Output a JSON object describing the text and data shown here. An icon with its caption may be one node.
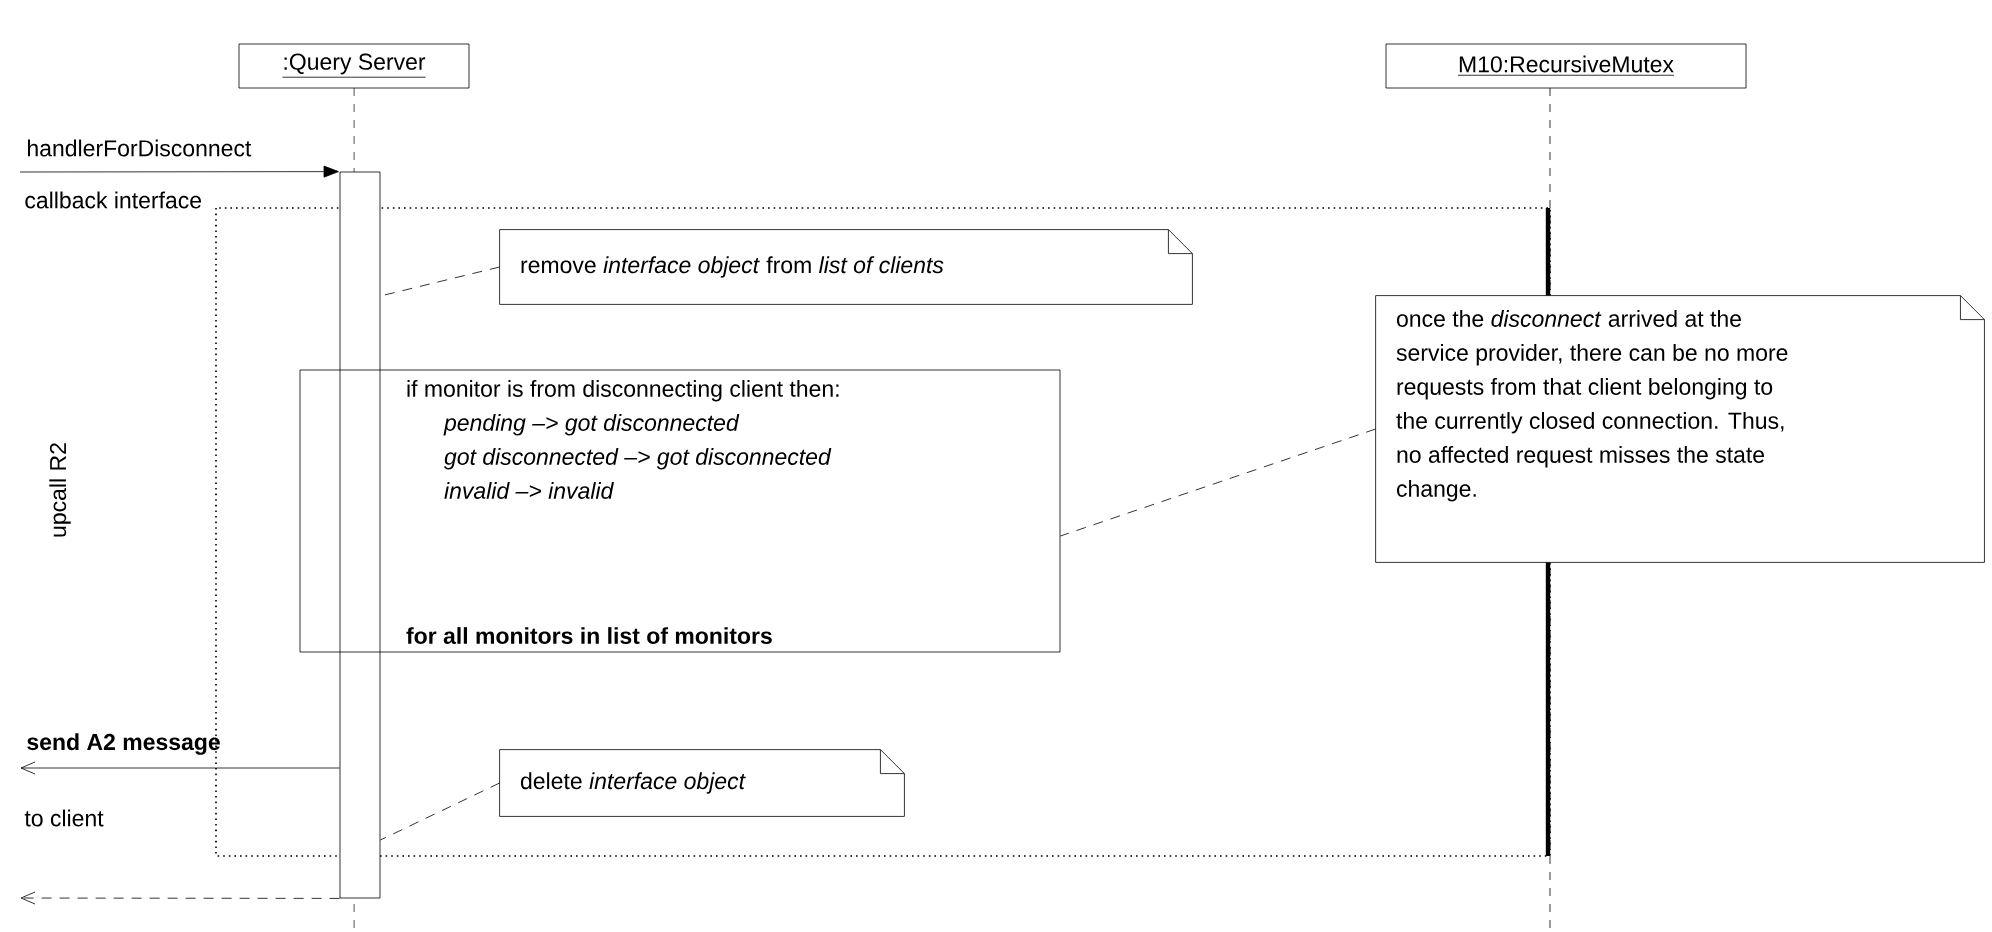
{
  "diagram": {
    "nodes": [
      {
        "text": [
          ":Query Server"
        ]
      },
      {
        "text": [
          "M10:RecursiveMutex"
        ]
      },
      {
        "text": [],
        "shape": "bar"
      },
      {
        "text": [
          "remove *interface object* from *list of clients*"
        ]
      },
      {
        "text": [
          "if monitor is from disconnecting client then:",
          "pending –> got disconnected",
          "got disconnected –> got disconnected",
          "invalid –> invalid",
          "for all monitors in list of monitors"
        ]
      },
      {
        "text": [
          "once the *disconnect* arrived at the service provider, there can be no more requests from that client belonging to the currently closed connection. Thus, no affected request misses the state change."
        ]
      },
      {
        "text": [
          "delete *interface object*"
        ]
      }
    ],
    "edges": [
      {
        "from": null,
        "to": 2,
        "arrow": "to",
        "label": "handlerForDisconnect"
      },
      {
        "from": 3,
        "to": 2,
        "arrow": "none",
        "style": "dashed"
      },
      {
        "from": 5,
        "to": 4,
        "arrow": "none",
        "style": "dashed"
      },
      {
        "from": 2,
        "to": null,
        "arrow": "to",
        "label": "send A2 message"
      },
      {
        "from": 6,
        "to": 2,
        "arrow": "none",
        "style": "dashed"
      },
      {
        "from": 2,
        "to": null,
        "arrow": "to",
        "style": "dashed"
      }
    ],
    "labels": [
      "callback interface",
      "upcall R2",
      "to client"
    ]
  }
}
